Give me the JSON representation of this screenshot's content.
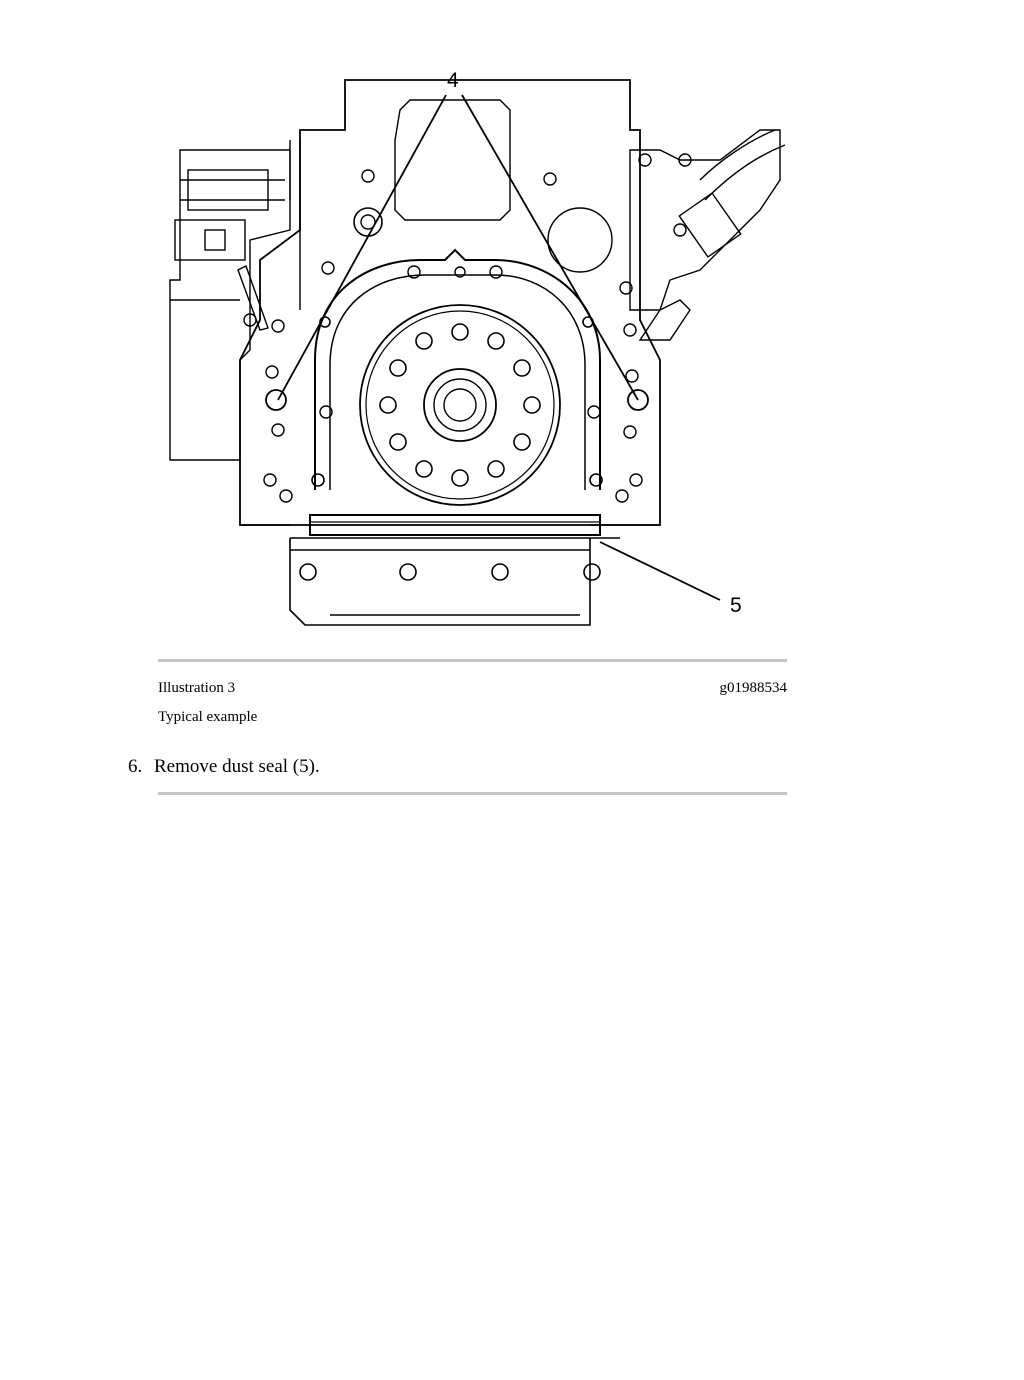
{
  "figure": {
    "callouts": [
      "4",
      "5"
    ],
    "caption_label": "Illustration 3",
    "caption_id": "g01988534",
    "caption_text": "Typical example"
  },
  "step": {
    "number": "6.",
    "text": "Remove dust seal (5)."
  }
}
